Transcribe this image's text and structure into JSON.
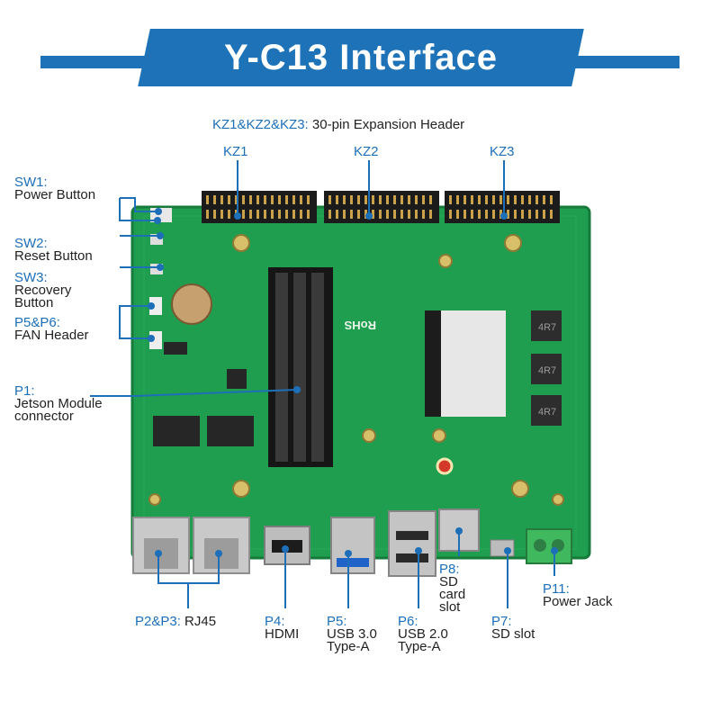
{
  "title": "Y-C13 Interface",
  "header_note": {
    "key": "KZ1&KZ2&KZ3:",
    "text": "30-pin Expansion Header"
  },
  "kz": [
    "KZ1",
    "KZ2",
    "KZ3"
  ],
  "left_labels": [
    {
      "key": "SW1:",
      "lines": [
        "Power Button"
      ]
    },
    {
      "key": "SW2:",
      "lines": [
        "Reset Button"
      ]
    },
    {
      "key": "SW3:",
      "lines": [
        "Recovery",
        "Button"
      ]
    },
    {
      "key": "P5&P6:",
      "lines": [
        "FAN Header"
      ]
    },
    {
      "key": "P1:",
      "lines": [
        "Jetson Module",
        "connector"
      ]
    }
  ],
  "bottom_labels": [
    {
      "key": "P2&P3:",
      "text": "RJ45"
    },
    {
      "key": "P4:",
      "lines": [
        "HDMI"
      ]
    },
    {
      "key": "P5:",
      "lines": [
        "USB 3.0",
        "Type-A"
      ]
    },
    {
      "key": "P6:",
      "lines": [
        "USB 2.0",
        "Type-A"
      ]
    },
    {
      "key": "P8:",
      "lines": [
        "SD",
        "card",
        "slot"
      ]
    },
    {
      "key": "P7:",
      "lines": [
        "SD slot"
      ]
    },
    {
      "key": "P11:",
      "lines": [
        "Power Jack"
      ]
    }
  ],
  "board_marks": {
    "rohs": "RoHS",
    "inductor": "4R7"
  },
  "colors": {
    "accent": "#1d72b8",
    "label_key": "#1d6fb8",
    "pcb": "#1e9c4e",
    "pcb_dark": "#177a3d"
  }
}
